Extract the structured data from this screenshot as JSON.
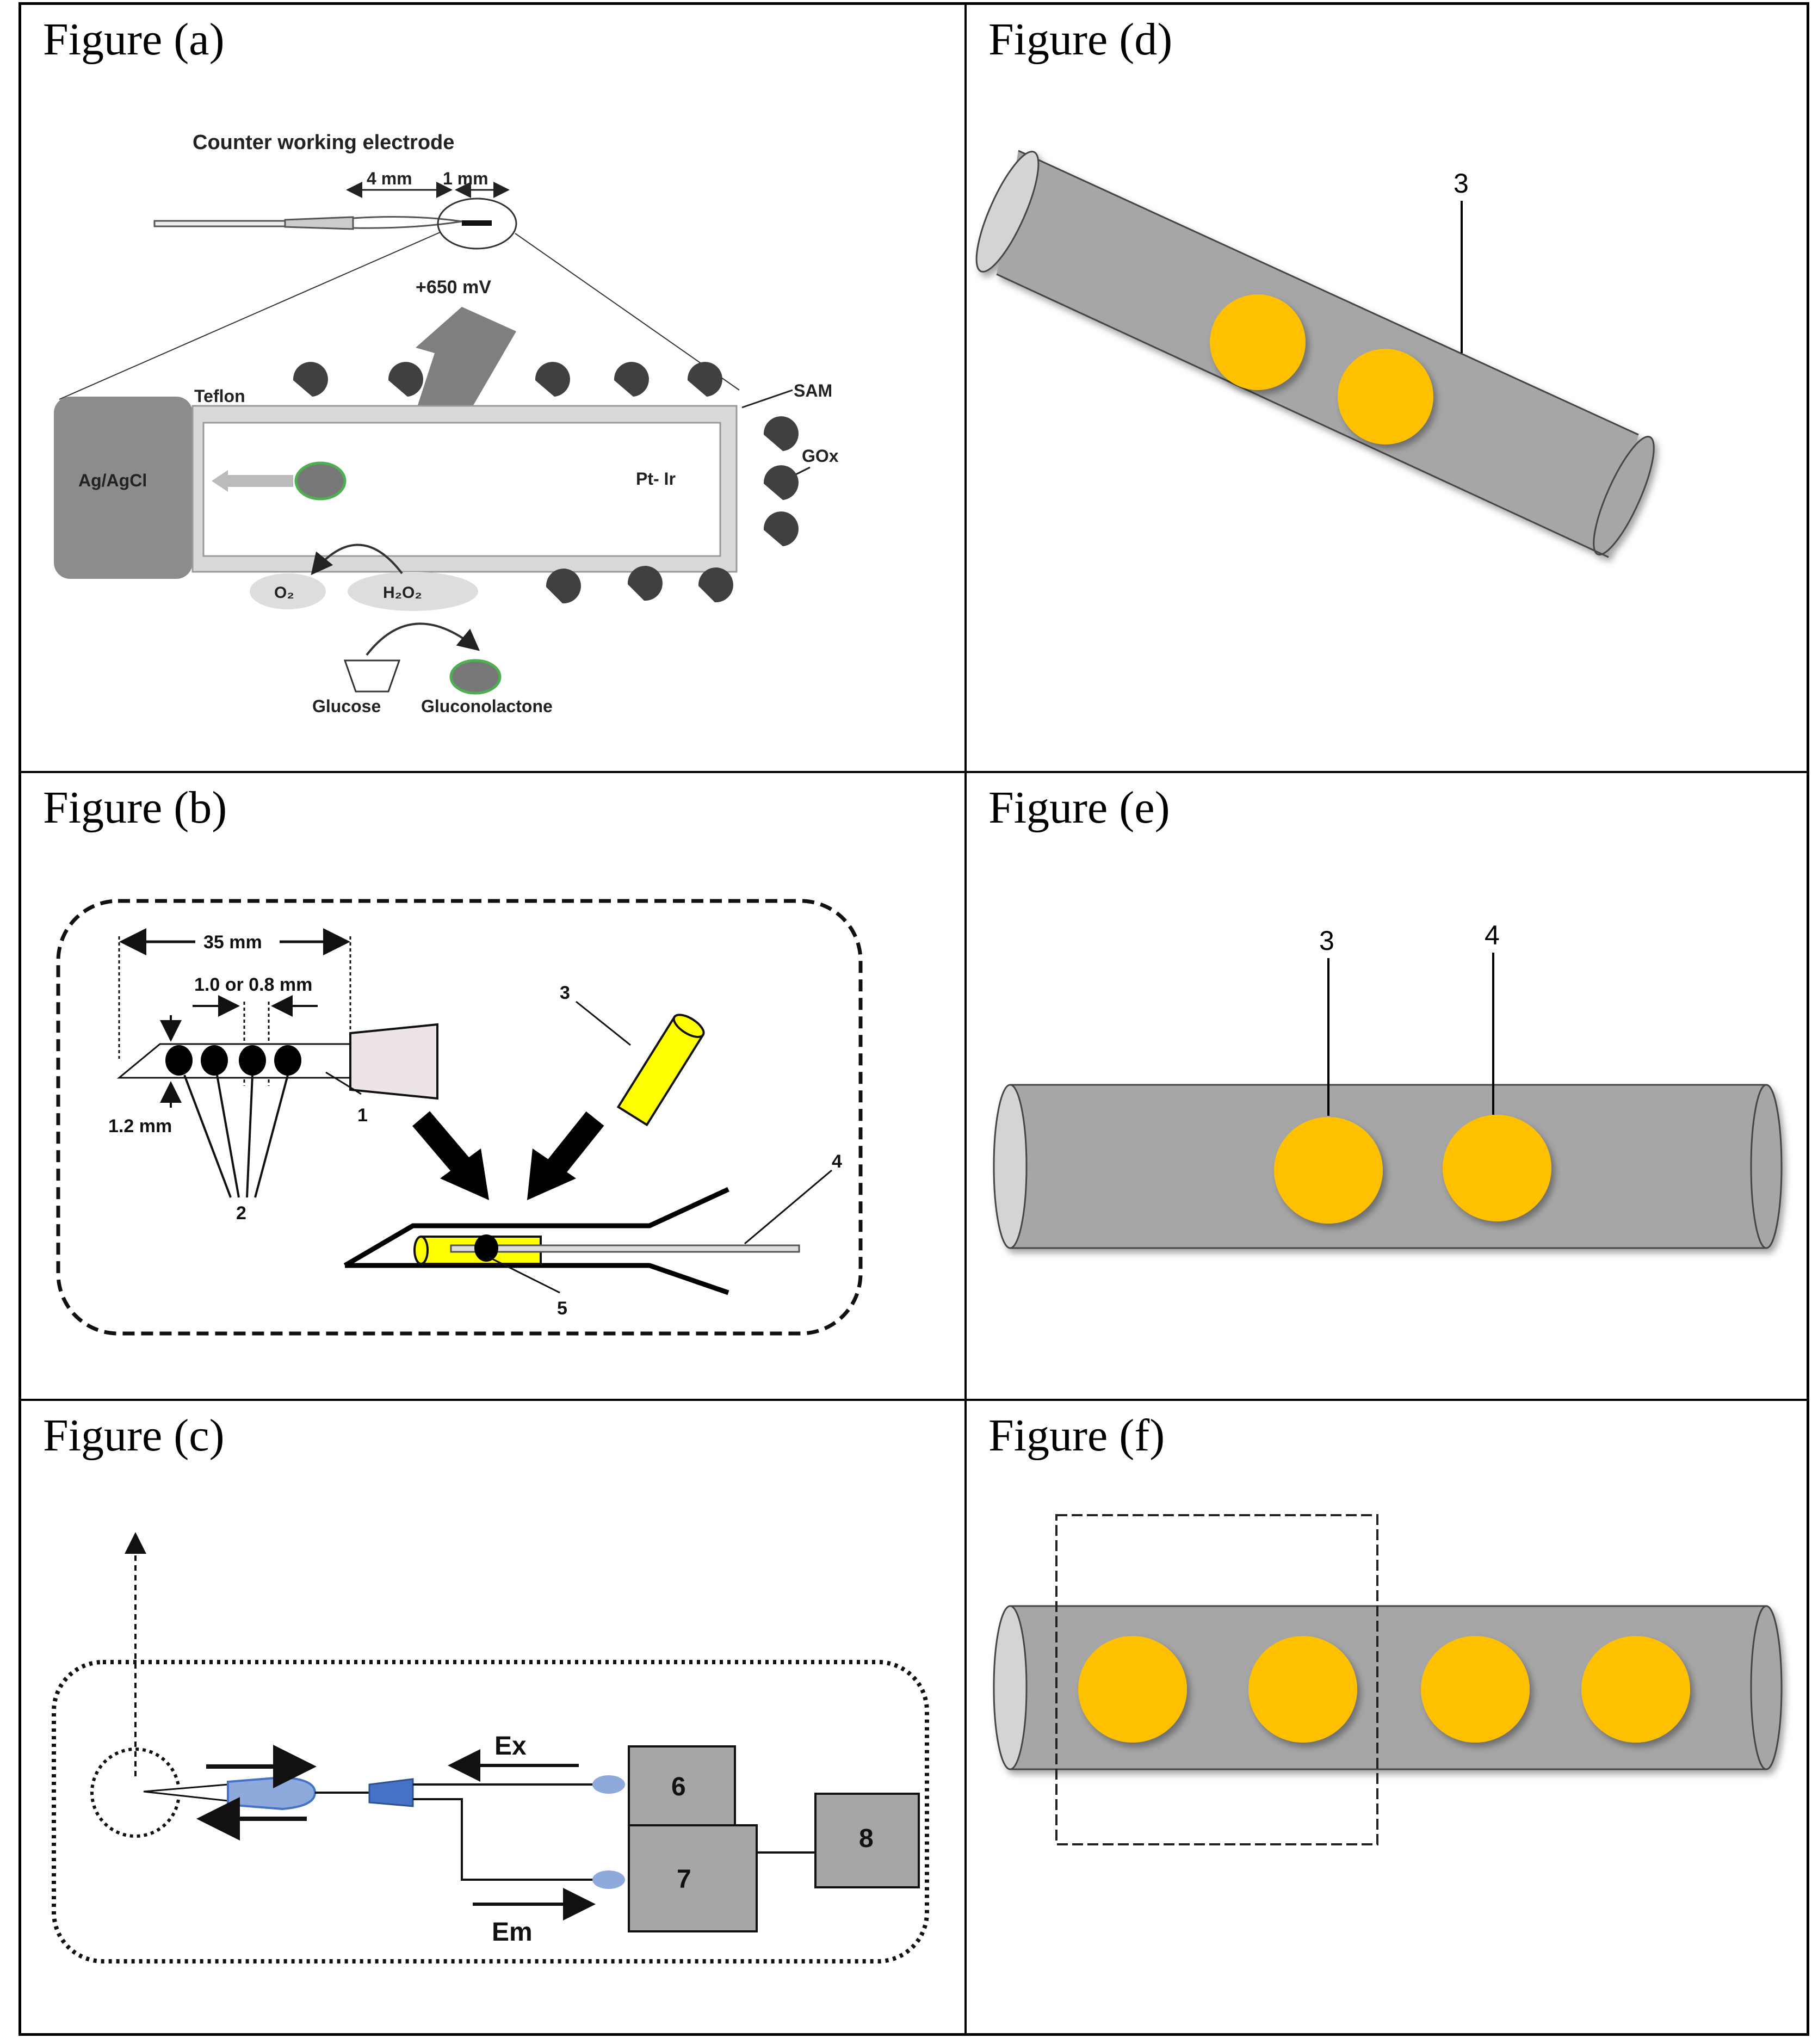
{
  "panels": {
    "a": {
      "title": "Figure (a)",
      "electrode_label": "Counter working electrode",
      "dim_4mm": "4 mm",
      "dim_1mm": "1 mm",
      "voltage": "+650 mV",
      "teflon": "Teflon",
      "sam": "SAM",
      "gox": "GOx",
      "agcl": "Ag/AgCl",
      "ptir": "Pt- Ir",
      "o2": "O₂",
      "h2o2": "H₂O₂",
      "glucose": "Glucose",
      "gluconolactone": "Gluconolactone"
    },
    "b": {
      "title": "Figure (b)",
      "dim_35mm": "35 mm",
      "dim_spacing": "1.0 or 0.8 mm",
      "dim_12mm": "1.2 mm",
      "label_1": "1",
      "label_2": "2",
      "label_3": "3",
      "label_4": "4",
      "label_5": "5"
    },
    "c": {
      "title": "Figure (c)",
      "ex": "Ex",
      "em": "Em",
      "box_6": "6",
      "box_7": "7",
      "box_8": "8"
    },
    "d": {
      "title": "Figure (d)",
      "label_3": "3"
    },
    "e": {
      "title": "Figure (e)",
      "label_3": "3",
      "label_4": "4"
    },
    "f": {
      "title": "Figure (f)"
    }
  },
  "colors": {
    "gold": "#FFC000",
    "cylinder": "#A6A6A6",
    "dark_gray": "#555555",
    "yellow": "#FFFF00",
    "blue": "#4472C4"
  }
}
